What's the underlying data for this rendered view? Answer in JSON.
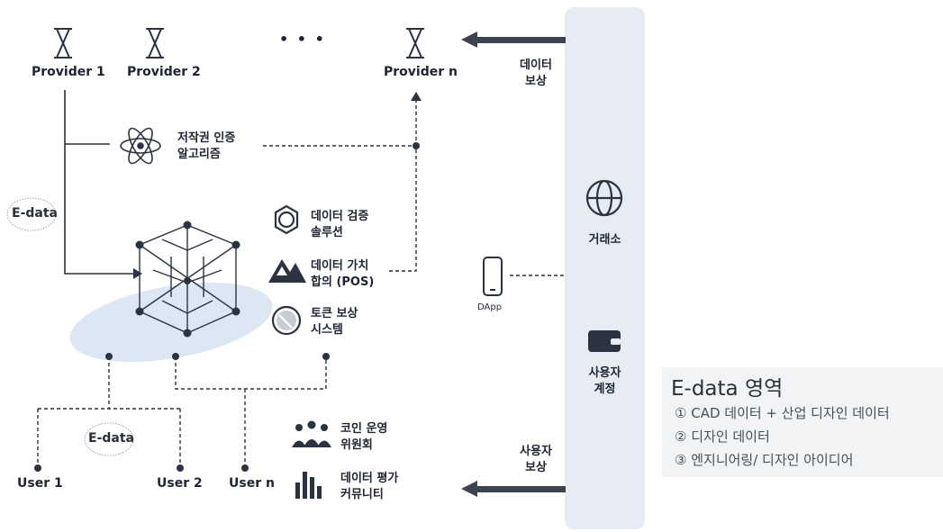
{
  "providers": {
    "p1": "Provider 1",
    "p2": "Provider 2",
    "ellipsis": "• • •",
    "pn": "Provider n"
  },
  "algorithms": {
    "copyright_line1": "저작권 인증",
    "copyright_line2": "알고리즘",
    "verify_line1": "데이터 검증",
    "verify_line2": "솔루션",
    "consensus_line1": "데이터 가치",
    "consensus_line2": "합의 (POS)",
    "reward_line1": "토큰 보상",
    "reward_line2": "시스템"
  },
  "edata_badge": "E-data",
  "users": {
    "u1": "User 1",
    "u2": "User 2",
    "un": "User n"
  },
  "committees": {
    "coin_line1": "코인 운영",
    "coin_line2": "위원회",
    "eval_line1": "데이터 평가",
    "eval_line2": "커뮤니티"
  },
  "flows": {
    "data_reward_line1": "데이터",
    "data_reward_line2": "보상",
    "user_reward_line1": "사용자",
    "user_reward_line2": "보상"
  },
  "dapp_label": "DApp",
  "exchange": {
    "label": "거래소",
    "account_line1": "사용자",
    "account_line2": "계정"
  },
  "legend": {
    "title": "E-data 영역",
    "items": [
      "① CAD 데이터  +  산업 디자인 데이터",
      "② 디자인 데이터",
      "③ 엔지니어링/ 디자인 아이디어"
    ]
  },
  "colors": {
    "dark": "#2b3240",
    "panel": "#e6ebf4",
    "ellipse": "#dde7f3",
    "legend_bg": "#f2f3f5"
  }
}
